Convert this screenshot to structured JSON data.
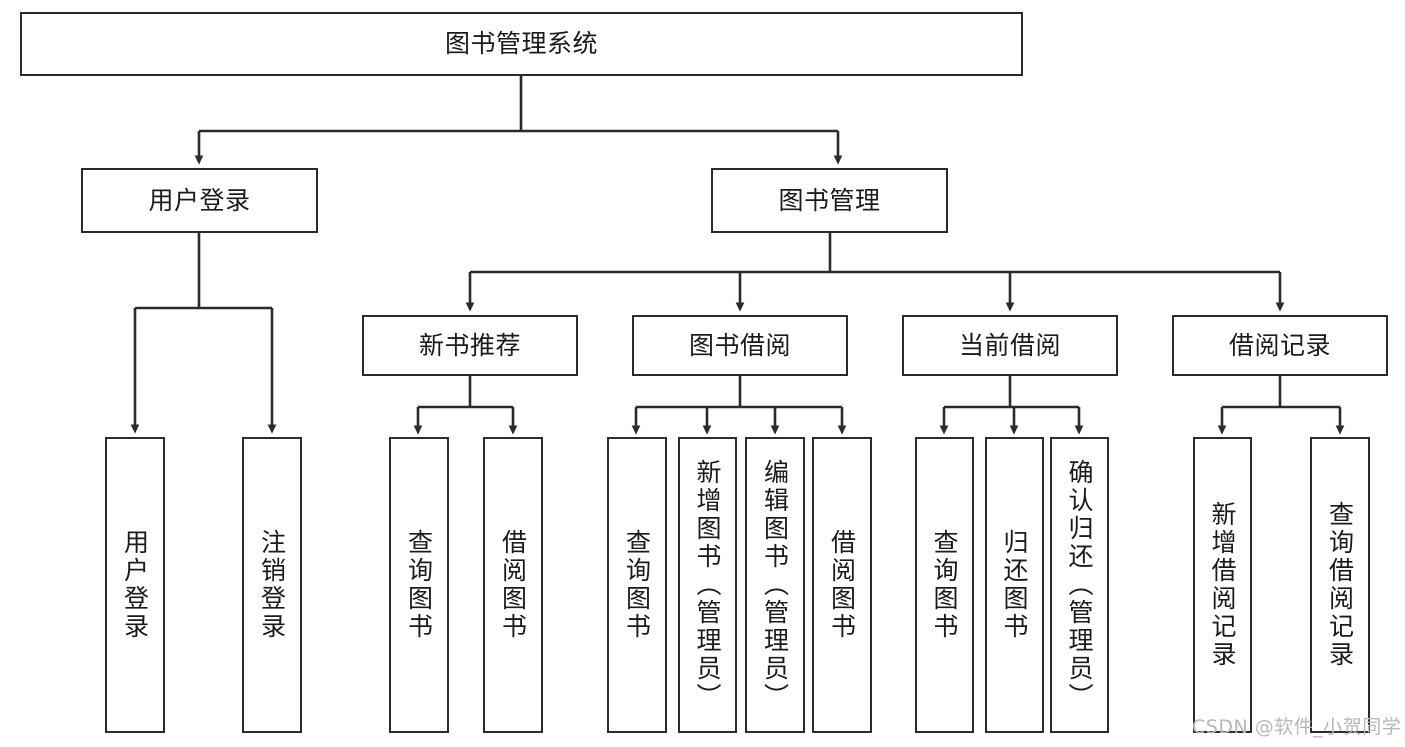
{
  "diagram": {
    "title": "图书管理系统",
    "type": "hierarchy-tree",
    "orientation": "top-down",
    "colors": {
      "box_stroke": "#2b2b2b",
      "box_fill": "#ffffff",
      "edge_stroke": "#2b2b2b",
      "background": "#ffffff",
      "watermark": "#b8b8b8"
    },
    "levels": [
      {
        "level": 1,
        "nodes": [
          {
            "id": "root",
            "label": "图书管理系统",
            "text_orientation": "horizontal"
          }
        ]
      },
      {
        "level": 2,
        "nodes": [
          {
            "id": "user-login",
            "label": "用户登录",
            "text_orientation": "horizontal"
          },
          {
            "id": "book-manage",
            "label": "图书管理",
            "text_orientation": "horizontal"
          }
        ]
      },
      {
        "level": 3,
        "nodes": [
          {
            "id": "new-book-rec",
            "label": "新书推荐",
            "text_orientation": "horizontal"
          },
          {
            "id": "book-borrow",
            "label": "图书借阅",
            "text_orientation": "horizontal"
          },
          {
            "id": "current-borrow",
            "label": "当前借阅",
            "text_orientation": "horizontal"
          },
          {
            "id": "borrow-record",
            "label": "借阅记录",
            "text_orientation": "horizontal"
          }
        ]
      },
      {
        "level": 4,
        "nodes": [
          {
            "id": "leaf-user-login",
            "label": "用户登录",
            "text_orientation": "vertical",
            "parent": "user-login"
          },
          {
            "id": "leaf-logout",
            "label": "注销登录",
            "text_orientation": "vertical",
            "parent": "user-login"
          },
          {
            "id": "leaf-query-book-1",
            "label": "查询图书",
            "text_orientation": "vertical",
            "parent": "new-book-rec"
          },
          {
            "id": "leaf-borrow-book-1",
            "label": "借阅图书",
            "text_orientation": "vertical",
            "parent": "new-book-rec"
          },
          {
            "id": "leaf-query-book-2",
            "label": "查询图书",
            "text_orientation": "vertical",
            "parent": "book-borrow"
          },
          {
            "id": "leaf-add-book",
            "label": "新增图书（管理员）",
            "text_orientation": "vertical",
            "parent": "book-borrow"
          },
          {
            "id": "leaf-edit-book",
            "label": "编辑图书（管理员）",
            "text_orientation": "vertical",
            "parent": "book-borrow"
          },
          {
            "id": "leaf-borrow-book-2",
            "label": "借阅图书",
            "text_orientation": "vertical",
            "parent": "book-borrow"
          },
          {
            "id": "leaf-query-book-3",
            "label": "查询图书",
            "text_orientation": "vertical",
            "parent": "current-borrow"
          },
          {
            "id": "leaf-return-book",
            "label": "归还图书",
            "text_orientation": "vertical",
            "parent": "current-borrow"
          },
          {
            "id": "leaf-confirm-return",
            "label": "确认归还（管理员）",
            "text_orientation": "vertical",
            "parent": "current-borrow"
          },
          {
            "id": "leaf-add-record",
            "label": "新增借阅记录",
            "text_orientation": "vertical",
            "parent": "borrow-record"
          },
          {
            "id": "leaf-query-record",
            "label": "查询借阅记录",
            "text_orientation": "vertical",
            "parent": "borrow-record"
          }
        ]
      }
    ],
    "watermark": "CSDN @软件_小贺同学"
  }
}
